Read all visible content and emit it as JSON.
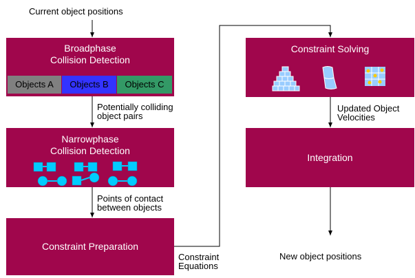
{
  "inputs": {
    "top_left": "Current object positions"
  },
  "stages": {
    "broadphase": {
      "title_line1": "Broadphase",
      "title_line2": "Collision Detection"
    },
    "narrowphase": {
      "title_line1": "Narrowphase",
      "title_line2": "Collision Detection"
    },
    "preparation": {
      "title": "Constraint Preparation"
    },
    "solving": {
      "title": "Constraint Solving"
    },
    "integration": {
      "title": "Integration"
    }
  },
  "object_groups": [
    {
      "label": "Objects A",
      "color": "#808080"
    },
    {
      "label": "Objects B",
      "color": "#3333ff"
    },
    {
      "label": "Objects C",
      "color": "#339966"
    }
  ],
  "edge_labels": {
    "pairs_line1": "Potentially colliding",
    "pairs_line2": "object pairs",
    "contacts_line1": "Points of contact",
    "contacts_line2": "between objects",
    "equations_line1": "Constraint",
    "equations_line2": "Equations",
    "velocities_line1": "Updated Object",
    "velocities_line2": "Velocities"
  },
  "outputs": {
    "bottom_right": "New object positions"
  },
  "colors": {
    "stage_fill": "#a0064c",
    "shape_fill": "#00ccff",
    "icon_fill": "#99ccff",
    "arrow": "#000000"
  }
}
